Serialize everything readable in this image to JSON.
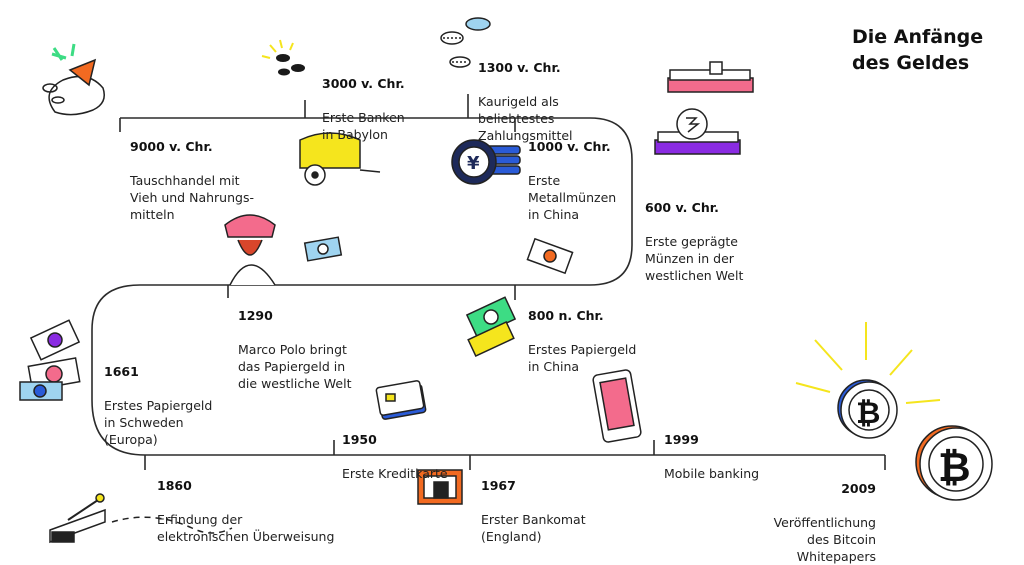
{
  "title": "Die Anfänge\ndes Geldes",
  "colors": {
    "line": "#2b2b2b",
    "yellow": "#f5e51d",
    "pink": "#f36b8c",
    "purple": "#8a2be2",
    "blue": "#2a5bd7",
    "green": "#3ddc84",
    "orange": "#f26a21",
    "navy": "#1e2a5a",
    "lightblue": "#9fd4f0"
  },
  "events": [
    {
      "year": "9000 v. Chr.",
      "text": "Tauschhandel mit\nVieh und Nahrungs-\nmitteln",
      "icon": "food-icon"
    },
    {
      "year": "3000 v. Chr.",
      "text": "Erste Banken\nin Babylon",
      "icon": "coins-icon"
    },
    {
      "year": "1300 v. Chr.",
      "text": "Kaurigeld als\nbeliebtestes\nZahlungsmittel",
      "icon": "cowrie-shell-icon"
    },
    {
      "year": "1000 v. Chr.",
      "text": "Erste\nMetallmünzen\nin China",
      "icon": "yen-coin-icon"
    },
    {
      "year": "600 v. Chr.",
      "text": "Erste geprägte\nMünzen in der\nwestlichen Welt",
      "icon": "coin-press-icon"
    },
    {
      "year": "800 n. Chr.",
      "text": "Erstes Papiergeld\nin China",
      "icon": "banknote-icon"
    },
    {
      "year": "1290",
      "text": "Marco Polo bringt\ndas Papiergeld in\ndie westliche Welt",
      "icon": "marco-polo-icon"
    },
    {
      "year": "1661",
      "text": "Erstes Papiergeld\nin Schweden\n(Europa)",
      "icon": "krona-notes-icon"
    },
    {
      "year": "1860",
      "text": "Erfindung der\nelektronischen Überweisung",
      "icon": "telegraph-icon"
    },
    {
      "year": "1950",
      "text": "Erste Kreditkarte",
      "icon": "credit-card-icon"
    },
    {
      "year": "1967",
      "text": "Erster Bankomat\n(England)",
      "icon": "atm-icon"
    },
    {
      "year": "1999",
      "text": "Mobile banking",
      "icon": "smartphone-icon"
    },
    {
      "year": "2009",
      "text": "Veröffentlichung\ndes Bitcoin\nWhitepapers",
      "icon": "bitcoin-icon"
    }
  ]
}
